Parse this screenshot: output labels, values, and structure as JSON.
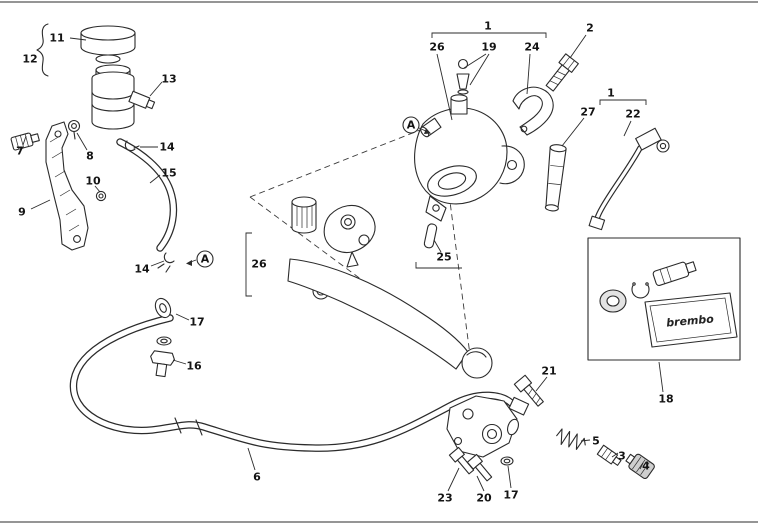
{
  "figure": {
    "kind": "exploded-parts-diagram",
    "background": "#ffffff",
    "ink": "#2b2b2b"
  },
  "callouts": [
    {
      "label": "11"
    },
    {
      "label": "12"
    },
    {
      "label": "13"
    },
    {
      "label": "7"
    },
    {
      "label": "8"
    },
    {
      "label": "14"
    },
    {
      "label": "10"
    },
    {
      "label": "15"
    },
    {
      "label": "9"
    },
    {
      "label": "14"
    },
    {
      "label": "A"
    },
    {
      "label": "A"
    },
    {
      "label": "1"
    },
    {
      "label": "26"
    },
    {
      "label": "19"
    },
    {
      "label": "24"
    },
    {
      "label": "2"
    },
    {
      "label": "27"
    },
    {
      "label": "1"
    },
    {
      "label": "22"
    },
    {
      "label": "25"
    },
    {
      "label": "26"
    },
    {
      "label": "17"
    },
    {
      "label": "16"
    },
    {
      "label": "6"
    },
    {
      "label": "21"
    },
    {
      "label": "18"
    },
    {
      "label": "23"
    },
    {
      "label": "20"
    },
    {
      "label": "17"
    },
    {
      "label": "5"
    },
    {
      "label": "3"
    },
    {
      "label": "4"
    }
  ],
  "kit": {
    "brand_label": "brembo"
  }
}
